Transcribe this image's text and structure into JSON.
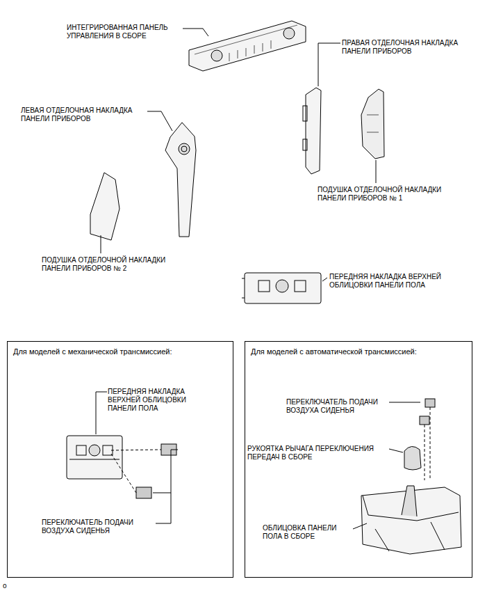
{
  "diagram": {
    "nodes": [
      {
        "text": [
          "Для моделей с механической трансмиссией:"
        ]
      },
      {
        "text": [
          "Для моделей с автоматической трансмиссией:"
        ]
      }
    ],
    "labels": [
      "ИНТЕГРИРОВАННАЯ ПАНЕЛЬ УПРАВЛЕНИЯ В СБОРЕ",
      "ПРАВАЯ ОТДЕЛОЧНАЯ НАКЛАДКА ПАНЕЛИ ПРИБОРОВ",
      "ЛЕВАЯ ОТДЕЛОЧНАЯ НАКЛАДКА ПАНЕЛИ ПРИБОРОВ",
      "ПОДУШКА ОТДЕЛОЧНОЙ НАКЛАДКИ ПАНЕЛИ ПРИБОРОВ № 1",
      "ПОДУШКА ОТДЕЛОЧНОЙ НАКЛАДКИ ПАНЕЛИ ПРИБОРОВ № 2",
      "ПЕРЕДНЯЯ НАКЛАДКА ВЕРХНЕЙ ОБЛИЦОВКИ ПАНЕЛИ ПОЛА",
      "ПЕРЕДНЯЯ НАКЛАДКА ВЕРХНЕЙ ОБЛИЦОВКИ ПАНЕЛИ ПОЛА",
      "ПЕРЕКЛЮЧАТЕЛЬ ПОДАЧИ ВОЗДУХА СИДЕНЬЯ",
      "ПЕРЕКЛЮЧАТЕЛЬ ПОДАЧИ ВОЗДУХА СИДЕНЬЯ",
      "РУКОЯТКА РЫЧАГА ПЕРЕКЛЮЧЕНИЯ ПЕРЕДАЧ В СБОРЕ",
      "ОБЛИЦОВКА ПАНЕЛИ ПОЛА В СБОРЕ",
      "o"
    ]
  }
}
